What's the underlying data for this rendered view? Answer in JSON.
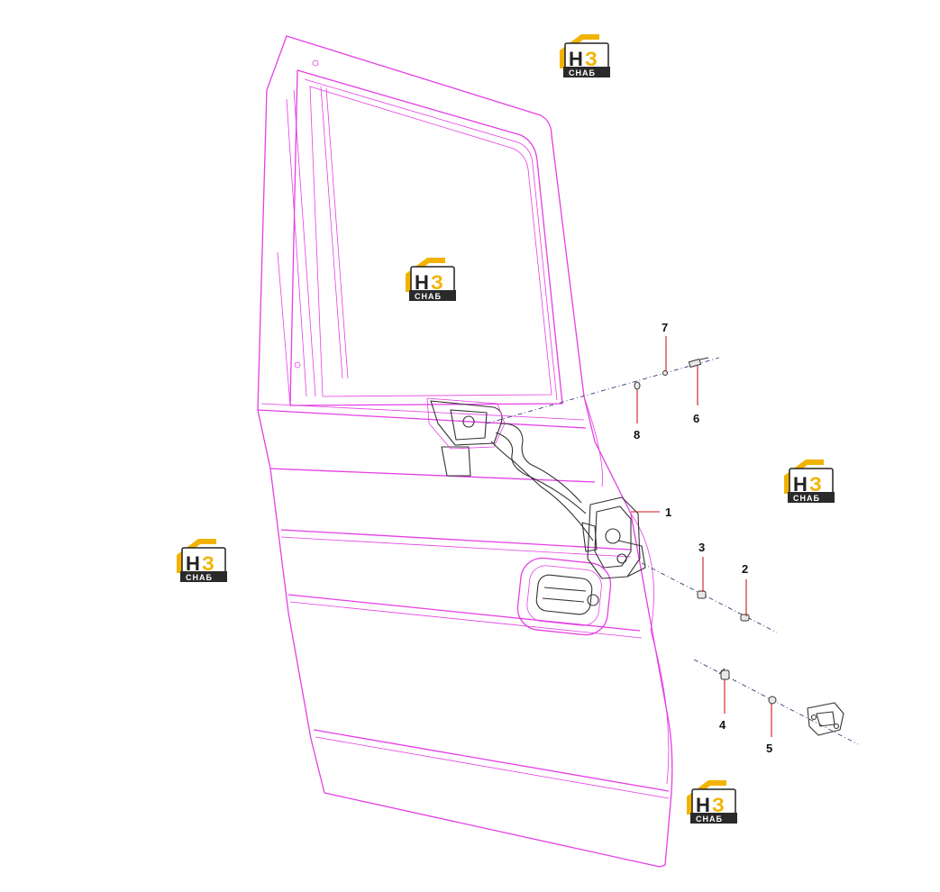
{
  "callouts": [
    {
      "id": "1",
      "label": "1"
    },
    {
      "id": "2",
      "label": "2"
    },
    {
      "id": "3",
      "label": "3"
    },
    {
      "id": "4",
      "label": "4"
    },
    {
      "id": "5",
      "label": "5"
    },
    {
      "id": "6",
      "label": "6"
    },
    {
      "id": "7",
      "label": "7"
    },
    {
      "id": "8",
      "label": "8"
    }
  ],
  "watermark": {
    "logo_letter_h": "Н",
    "logo_letter_3": "З",
    "logo_text": "СНАБ"
  },
  "colors": {
    "door_outline": "#e43fe4",
    "parts": "#333333",
    "leader": "#cc1a1a",
    "watermark_accent": "#f2b300"
  }
}
